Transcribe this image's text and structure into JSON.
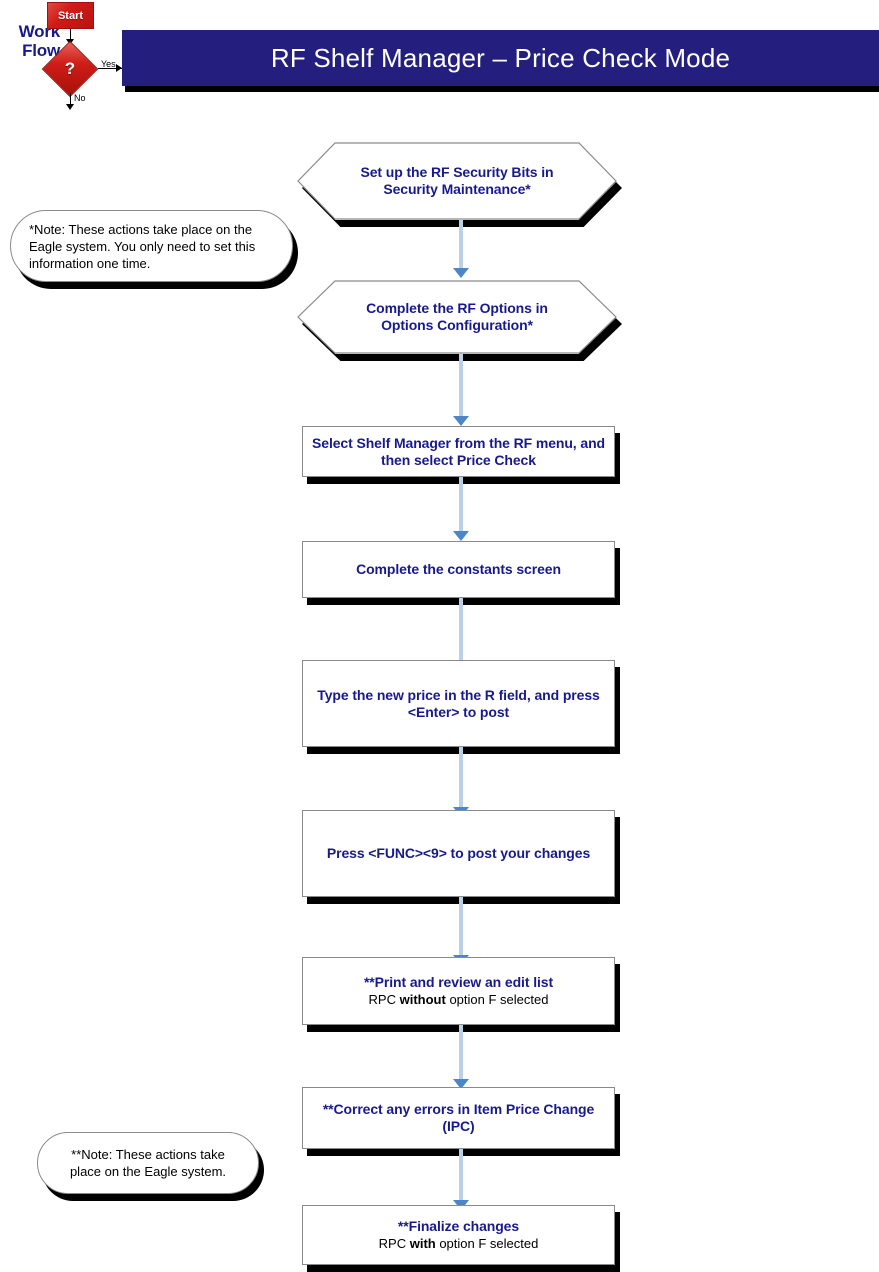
{
  "page": {
    "title": "RF Shelf Manager – Price Check Mode",
    "accent_navy": "#181a8c",
    "banner_navy": "#241f7f",
    "connector_blue": "#b9d0e8",
    "arrow_blue": "#4a86c8",
    "legend_red": "#cf1c17"
  },
  "legend": {
    "label": "Work\nFlow",
    "label_line1": "Work",
    "label_line2": "Flow",
    "start_label": "Start",
    "decision_label": "?",
    "yes_label": "Yes",
    "no_label": "No"
  },
  "notes": [
    {
      "id": "note-eagle-one-time",
      "text": "*Note: These actions take place on the Eagle system. You only need to set this information one time.",
      "align": "left"
    },
    {
      "id": "note-eagle-system",
      "text": "**Note: These actions take place on the Eagle system.",
      "align": "center"
    }
  ],
  "flow": {
    "nodes": [
      {
        "id": "setup-rf-security-bits",
        "shape": "hexagon",
        "line1": "Set up the RF Security Bits in Security Maintenance*",
        "line2": ""
      },
      {
        "id": "complete-rf-options",
        "shape": "hexagon",
        "line1": "Complete the RF Options in Options Configuration*",
        "line2": ""
      },
      {
        "id": "select-shelf-manager",
        "shape": "process",
        "line1": "Select Shelf Manager from the RF menu, and then select Price Check",
        "line2": ""
      },
      {
        "id": "complete-constants-screen",
        "shape": "process",
        "line1": "Complete the constants screen",
        "line2": ""
      },
      {
        "id": "type-new-price",
        "shape": "process",
        "line1": "Type the new price in the R field, and press <Enter> to post",
        "line2": ""
      },
      {
        "id": "press-func-9",
        "shape": "process",
        "line1": "Press <FUNC><9> to post your changes",
        "line2": ""
      },
      {
        "id": "print-review-edit-list",
        "shape": "process",
        "line1": "**Print and review an edit list",
        "line2_pre": "RPC ",
        "line2_bold": "without",
        "line2_post": " option F selected"
      },
      {
        "id": "correct-errors-ipc",
        "shape": "process",
        "line1": "**Correct any errors in Item Price Change (IPC)",
        "line2": ""
      },
      {
        "id": "finalize-changes",
        "shape": "process",
        "line1": "**Finalize changes",
        "line2_pre": "RPC ",
        "line2_bold": "with",
        "line2_post": " option F selected"
      }
    ]
  }
}
